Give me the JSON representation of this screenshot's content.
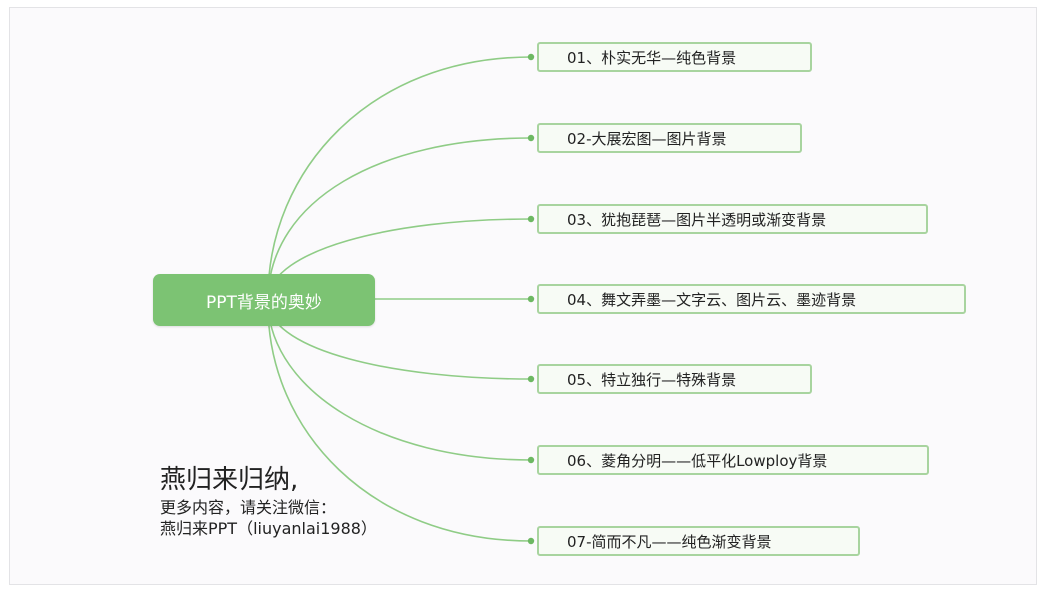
{
  "mindmap": {
    "root": "PPT背景的奥妙",
    "branches": [
      "01、朴实无华—纯色背景",
      "02-大展宏图—图片背景",
      "03、犹抱琵琶—图片半透明或渐变背景",
      "04、舞文弄墨—文字云、图片云、墨迹背景",
      "05、特立独行—特殊背景",
      "06、菱角分明——低平化Lowploy背景",
      "07-简而不凡——纯色渐变背景"
    ]
  },
  "note": {
    "line1": "燕归来归纳,",
    "line2": "更多内容，请关注微信：",
    "line3": "燕归来PPT（liuyanlai1988）"
  },
  "colors": {
    "root_fill": "#7cc373",
    "branch_line": "#8fcc86",
    "node_border": "#a8d49f"
  }
}
